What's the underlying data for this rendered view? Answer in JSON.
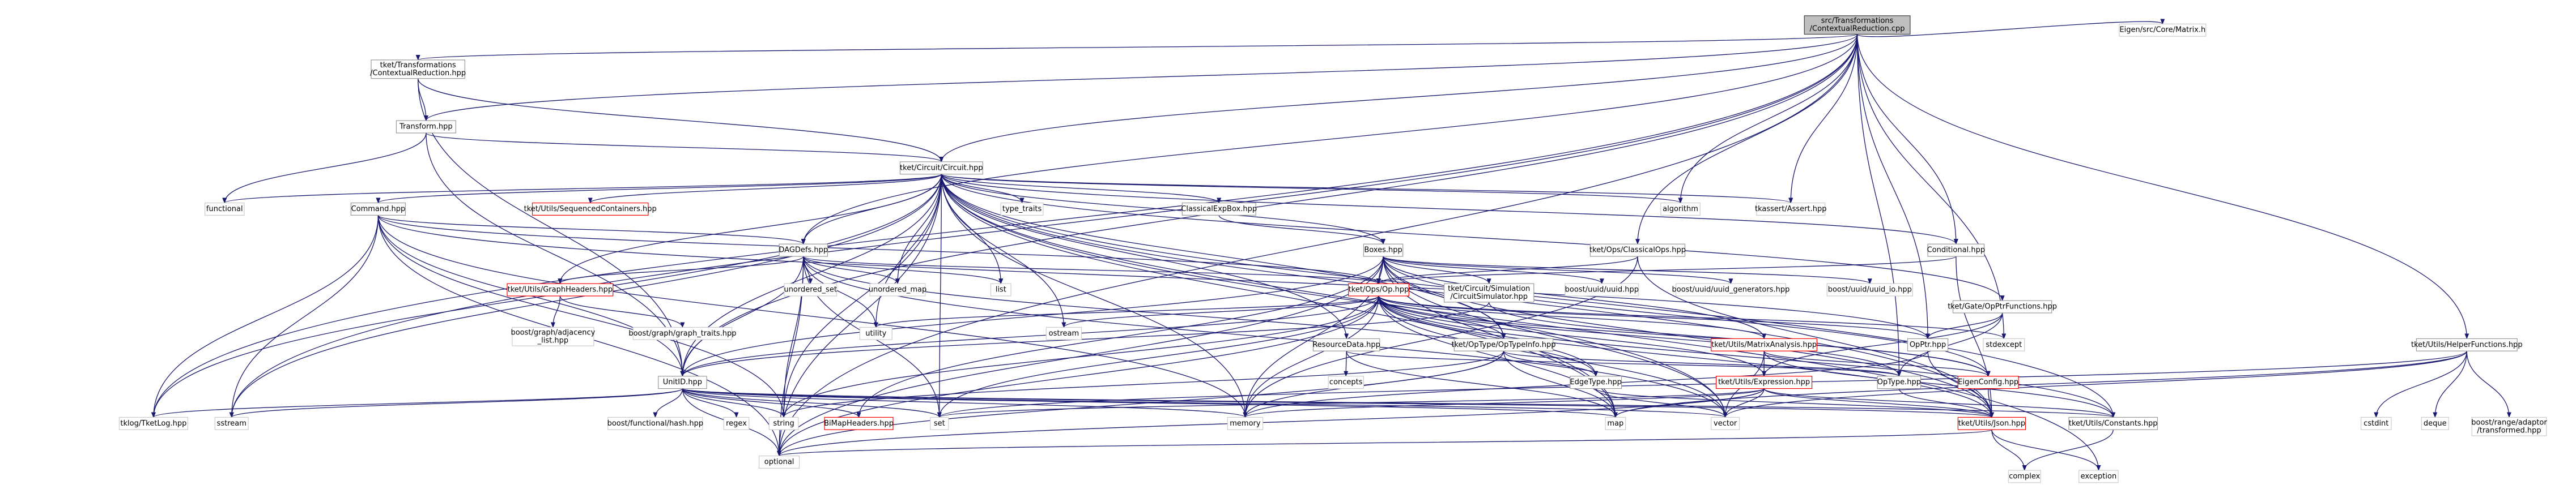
{
  "graph": {
    "nodes": [
      {
        "id": "root",
        "lines": [
          "src/Transformations",
          "/ContextualReduction.cpp"
        ],
        "style": "root"
      },
      {
        "id": "ctxred_hpp",
        "lines": [
          "tket/Transformations",
          "/ContextualReduction.hpp"
        ],
        "style": "normal"
      },
      {
        "id": "eigen_core",
        "lines": [
          "Eigen/src/Core/Matrix.h"
        ],
        "style": "plain"
      },
      {
        "id": "transform_hpp",
        "lines": [
          "Transform.hpp"
        ],
        "style": "normal"
      },
      {
        "id": "circuit_hpp",
        "lines": [
          "tket/Circuit/Circuit.hpp"
        ],
        "style": "normal"
      },
      {
        "id": "functional",
        "lines": [
          "functional"
        ],
        "style": "plain"
      },
      {
        "id": "command_hpp",
        "lines": [
          "Command.hpp"
        ],
        "style": "normal"
      },
      {
        "id": "seqcont",
        "lines": [
          "tket/Utils/SequencedContainers.hpp"
        ],
        "style": "red"
      },
      {
        "id": "type_traits",
        "lines": [
          "type_traits"
        ],
        "style": "plain"
      },
      {
        "id": "classicalexpbox",
        "lines": [
          "ClassicalExpBox.hpp"
        ],
        "style": "normal"
      },
      {
        "id": "algorithm",
        "lines": [
          "algorithm"
        ],
        "style": "plain"
      },
      {
        "id": "tkassert",
        "lines": [
          "tkassert/Assert.hpp"
        ],
        "style": "plain"
      },
      {
        "id": "dagdefs",
        "lines": [
          "DAGDefs.hpp"
        ],
        "style": "normal"
      },
      {
        "id": "boxes",
        "lines": [
          "Boxes.hpp"
        ],
        "style": "normal"
      },
      {
        "id": "classicalops",
        "lines": [
          "tket/Ops/ClassicalOps.hpp"
        ],
        "style": "normal"
      },
      {
        "id": "conditional",
        "lines": [
          "Conditional.hpp"
        ],
        "style": "normal"
      },
      {
        "id": "graphheaders",
        "lines": [
          "tket/Utils/GraphHeaders.hpp"
        ],
        "style": "red"
      },
      {
        "id": "unordered_set",
        "lines": [
          "unordered_set"
        ],
        "style": "plain"
      },
      {
        "id": "unordered_map",
        "lines": [
          "unordered_map"
        ],
        "style": "plain"
      },
      {
        "id": "list",
        "lines": [
          "list"
        ],
        "style": "plain"
      },
      {
        "id": "op_hpp",
        "lines": [
          "tket/Ops/Op.hpp"
        ],
        "style": "red"
      },
      {
        "id": "simulator",
        "lines": [
          "tket/Circuit/Simulation",
          "/CircuitSimulator.hpp"
        ],
        "style": "normal"
      },
      {
        "id": "uuid",
        "lines": [
          "boost/uuid/uuid.hpp"
        ],
        "style": "plain"
      },
      {
        "id": "uuid_gen",
        "lines": [
          "boost/uuid/uuid_generators.hpp"
        ],
        "style": "plain"
      },
      {
        "id": "uuid_io",
        "lines": [
          "boost/uuid/uuid_io.hpp"
        ],
        "style": "plain"
      },
      {
        "id": "opptrfunc",
        "lines": [
          "tket/Gate/OpPtrFunctions.hpp"
        ],
        "style": "normal"
      },
      {
        "id": "adjacency",
        "lines": [
          "boost/graph/adjacency",
          "_list.hpp"
        ],
        "style": "plain"
      },
      {
        "id": "graph_traits",
        "lines": [
          "boost/graph/graph_traits.hpp"
        ],
        "style": "plain"
      },
      {
        "id": "utility",
        "lines": [
          "utility"
        ],
        "style": "plain"
      },
      {
        "id": "ostream",
        "lines": [
          "ostream"
        ],
        "style": "plain"
      },
      {
        "id": "resourcedata",
        "lines": [
          "ResourceData.hpp"
        ],
        "style": "normal"
      },
      {
        "id": "optypeinfo",
        "lines": [
          "tket/OpType/OpTypeInfo.hpp"
        ],
        "style": "normal"
      },
      {
        "id": "matrixanalysis",
        "lines": [
          "tket/Utils/MatrixAnalysis.hpp"
        ],
        "style": "red"
      },
      {
        "id": "opptr",
        "lines": [
          "OpPtr.hpp"
        ],
        "style": "normal"
      },
      {
        "id": "stdexcept",
        "lines": [
          "stdexcept"
        ],
        "style": "plain"
      },
      {
        "id": "helperfunctions",
        "lines": [
          "tket/Utils/HelperFunctions.hpp"
        ],
        "style": "normal"
      },
      {
        "id": "unitid",
        "lines": [
          "UnitID.hpp"
        ],
        "style": "normal"
      },
      {
        "id": "concepts",
        "lines": [
          "concepts"
        ],
        "style": "plain"
      },
      {
        "id": "edgetype",
        "lines": [
          "EdgeType.hpp"
        ],
        "style": "normal"
      },
      {
        "id": "expression",
        "lines": [
          "tket/Utils/Expression.hpp"
        ],
        "style": "red"
      },
      {
        "id": "optype",
        "lines": [
          "OpType.hpp"
        ],
        "style": "normal"
      },
      {
        "id": "eigenconfig",
        "lines": [
          "EigenConfig.hpp"
        ],
        "style": "red"
      },
      {
        "id": "tklog",
        "lines": [
          "tklog/TketLog.hpp"
        ],
        "style": "plain"
      },
      {
        "id": "sstream",
        "lines": [
          "sstream"
        ],
        "style": "plain"
      },
      {
        "id": "functionalhash",
        "lines": [
          "boost/functional/hash.hpp"
        ],
        "style": "plain"
      },
      {
        "id": "regex",
        "lines": [
          "regex"
        ],
        "style": "plain"
      },
      {
        "id": "string",
        "lines": [
          "string"
        ],
        "style": "plain"
      },
      {
        "id": "bitmap",
        "lines": [
          "BiMapHeaders.hpp"
        ],
        "style": "red"
      },
      {
        "id": "set",
        "lines": [
          "set"
        ],
        "style": "plain"
      },
      {
        "id": "memory",
        "lines": [
          "memory"
        ],
        "style": "plain"
      },
      {
        "id": "map",
        "lines": [
          "map"
        ],
        "style": "plain"
      },
      {
        "id": "vector",
        "lines": [
          "vector"
        ],
        "style": "plain"
      },
      {
        "id": "json",
        "lines": [
          "tket/Utils/Json.hpp"
        ],
        "style": "red"
      },
      {
        "id": "constants",
        "lines": [
          "tket/Utils/Constants.hpp"
        ],
        "style": "normal"
      },
      {
        "id": "cstdint",
        "lines": [
          "cstdint"
        ],
        "style": "plain"
      },
      {
        "id": "deque",
        "lines": [
          "deque"
        ],
        "style": "plain"
      },
      {
        "id": "transformed",
        "lines": [
          "boost/range/adaptor",
          "/transformed.hpp"
        ],
        "style": "plain"
      },
      {
        "id": "optional",
        "lines": [
          "optional"
        ],
        "style": "plain"
      },
      {
        "id": "complex",
        "lines": [
          "complex"
        ],
        "style": "plain"
      },
      {
        "id": "exception",
        "lines": [
          "exception"
        ],
        "style": "plain"
      }
    ],
    "edges": [
      [
        "root",
        "ctxred_hpp"
      ],
      [
        "root",
        "transform_hpp"
      ],
      [
        "root",
        "circuit_hpp"
      ],
      [
        "root",
        "eigen_core"
      ],
      [
        "root",
        "helperfunctions"
      ],
      [
        "root",
        "classicalops"
      ],
      [
        "root",
        "algorithm"
      ],
      [
        "root",
        "tkassert"
      ],
      [
        "root",
        "optional"
      ],
      [
        "root",
        "tklog"
      ],
      [
        "root",
        "sstream"
      ],
      [
        "root",
        "unitid"
      ],
      [
        "root",
        "dagdefs"
      ],
      [
        "root",
        "conditional"
      ],
      [
        "root",
        "opptr"
      ],
      [
        "root",
        "stdexcept"
      ],
      [
        "root",
        "optype"
      ],
      [
        "ctxred_hpp",
        "transform_hpp"
      ],
      [
        "ctxred_hpp",
        "circuit_hpp"
      ],
      [
        "ctxred_hpp",
        "unitid"
      ],
      [
        "transform_hpp",
        "circuit_hpp"
      ],
      [
        "transform_hpp",
        "functional"
      ],
      [
        "transform_hpp",
        "unitid"
      ],
      [
        "circuit_hpp",
        "functional"
      ],
      [
        "circuit_hpp",
        "command_hpp"
      ],
      [
        "circuit_hpp",
        "seqcont"
      ],
      [
        "circuit_hpp",
        "type_traits"
      ],
      [
        "circuit_hpp",
        "classicalexpbox"
      ],
      [
        "circuit_hpp",
        "algorithm"
      ],
      [
        "circuit_hpp",
        "tkassert"
      ],
      [
        "circuit_hpp",
        "dagdefs"
      ],
      [
        "circuit_hpp",
        "boxes"
      ],
      [
        "circuit_hpp",
        "conditional"
      ],
      [
        "circuit_hpp",
        "list"
      ],
      [
        "circuit_hpp",
        "unordered_map"
      ],
      [
        "circuit_hpp",
        "graphheaders"
      ],
      [
        "circuit_hpp",
        "utility"
      ],
      [
        "circuit_hpp",
        "ostream"
      ],
      [
        "circuit_hpp",
        "resourcedata"
      ],
      [
        "circuit_hpp",
        "optypeinfo"
      ],
      [
        "circuit_hpp",
        "opptrfunc"
      ],
      [
        "circuit_hpp",
        "optional"
      ],
      [
        "circuit_hpp",
        "tklog"
      ],
      [
        "circuit_hpp",
        "sstream"
      ],
      [
        "circuit_hpp",
        "memory"
      ],
      [
        "circuit_hpp",
        "unitid"
      ],
      [
        "circuit_hpp",
        "json"
      ],
      [
        "circuit_hpp",
        "constants"
      ],
      [
        "circuit_hpp",
        "exception"
      ],
      [
        "circuit_hpp",
        "map"
      ],
      [
        "circuit_hpp",
        "vector"
      ],
      [
        "circuit_hpp",
        "string"
      ],
      [
        "circuit_hpp",
        "set"
      ],
      [
        "command_hpp",
        "unitid"
      ],
      [
        "command_hpp",
        "tklog"
      ],
      [
        "command_hpp",
        "sstream"
      ],
      [
        "command_hpp",
        "optional"
      ],
      [
        "command_hpp",
        "memory"
      ],
      [
        "command_hpp",
        "string"
      ],
      [
        "command_hpp",
        "op_hpp"
      ],
      [
        "command_hpp",
        "opptr"
      ],
      [
        "command_hpp",
        "dagdefs"
      ],
      [
        "classicalexpbox",
        "boxes"
      ],
      [
        "dagdefs",
        "graphheaders"
      ],
      [
        "dagdefs",
        "unordered_set"
      ],
      [
        "dagdefs",
        "unordered_map"
      ],
      [
        "dagdefs",
        "list"
      ],
      [
        "dagdefs",
        "op_hpp"
      ],
      [
        "dagdefs",
        "edgetype"
      ],
      [
        "dagdefs",
        "utility"
      ],
      [
        "dagdefs",
        "unitid"
      ],
      [
        "dagdefs",
        "optional"
      ],
      [
        "dagdefs",
        "string"
      ],
      [
        "dagdefs",
        "vector"
      ],
      [
        "dagdefs",
        "set"
      ],
      [
        "boxes",
        "op_hpp"
      ],
      [
        "boxes",
        "simulator"
      ],
      [
        "boxes",
        "uuid"
      ],
      [
        "boxes",
        "uuid_gen"
      ],
      [
        "boxes",
        "uuid_io"
      ],
      [
        "boxes",
        "matrixanalysis"
      ],
      [
        "boxes",
        "optypeinfo"
      ],
      [
        "boxes",
        "unitid"
      ],
      [
        "boxes",
        "json"
      ],
      [
        "boxes",
        "memory"
      ],
      [
        "boxes",
        "map"
      ],
      [
        "boxes",
        "vector"
      ],
      [
        "boxes",
        "optional"
      ],
      [
        "boxes",
        "bitmap"
      ],
      [
        "boxes",
        "eigenconfig"
      ],
      [
        "classicalops",
        "op_hpp"
      ],
      [
        "classicalops",
        "json"
      ],
      [
        "classicalops",
        "memory"
      ],
      [
        "conditional",
        "op_hpp"
      ],
      [
        "conditional",
        "json"
      ],
      [
        "graphheaders",
        "adjacency"
      ],
      [
        "graphheaders",
        "graph_traits"
      ],
      [
        "op_hpp",
        "optypeinfo"
      ],
      [
        "op_hpp",
        "unitid"
      ],
      [
        "op_hpp",
        "expression"
      ],
      [
        "op_hpp",
        "json"
      ],
      [
        "op_hpp",
        "utility"
      ],
      [
        "op_hpp",
        "ostream"
      ],
      [
        "op_hpp",
        "stdexcept"
      ],
      [
        "op_hpp",
        "memory"
      ],
      [
        "op_hpp",
        "map"
      ],
      [
        "op_hpp",
        "vector"
      ],
      [
        "op_hpp",
        "optional"
      ],
      [
        "op_hpp",
        "string"
      ],
      [
        "op_hpp",
        "constants"
      ],
      [
        "op_hpp",
        "opptr"
      ],
      [
        "op_hpp",
        "eigenconfig"
      ],
      [
        "op_hpp",
        "matrixanalysis"
      ],
      [
        "op_hpp",
        "edgetype"
      ],
      [
        "op_hpp",
        "optype"
      ],
      [
        "op_hpp",
        "set"
      ],
      [
        "simulator",
        "unitid"
      ],
      [
        "simulator",
        "eigenconfig"
      ],
      [
        "opptrfunc",
        "opptr"
      ],
      [
        "opptrfunc",
        "optype"
      ],
      [
        "opptrfunc",
        "expression"
      ],
      [
        "resourcedata",
        "concepts"
      ],
      [
        "resourcedata",
        "map"
      ],
      [
        "resourcedata",
        "optype"
      ],
      [
        "optypeinfo",
        "optype"
      ],
      [
        "optypeinfo",
        "edgetype"
      ],
      [
        "optypeinfo",
        "map"
      ],
      [
        "optypeinfo",
        "optional"
      ],
      [
        "optypeinfo",
        "string"
      ],
      [
        "optypeinfo",
        "memory"
      ],
      [
        "matrixanalysis",
        "eigenconfig"
      ],
      [
        "matrixanalysis",
        "constants"
      ],
      [
        "matrixanalysis",
        "vector"
      ],
      [
        "matrixanalysis",
        "expression"
      ],
      [
        "opptr",
        "memory"
      ],
      [
        "opptr",
        "json"
      ],
      [
        "helperfunctions",
        "cstdint"
      ],
      [
        "helperfunctions",
        "deque"
      ],
      [
        "helperfunctions",
        "transformed"
      ],
      [
        "helperfunctions",
        "map"
      ],
      [
        "helperfunctions",
        "set"
      ],
      [
        "helperfunctions",
        "vector"
      ],
      [
        "unitid",
        "functionalhash"
      ],
      [
        "unitid",
        "regex"
      ],
      [
        "unitid",
        "string"
      ],
      [
        "unitid",
        "bitmap"
      ],
      [
        "unitid",
        "set"
      ],
      [
        "unitid",
        "memory"
      ],
      [
        "unitid",
        "map"
      ],
      [
        "unitid",
        "vector"
      ],
      [
        "unitid",
        "json"
      ],
      [
        "unitid",
        "optional"
      ],
      [
        "unitid",
        "tklog"
      ],
      [
        "unitid",
        "sstream"
      ],
      [
        "unitid",
        "constants"
      ],
      [
        "edgetype",
        "json"
      ],
      [
        "edgetype",
        "vector"
      ],
      [
        "expression",
        "json"
      ],
      [
        "expression",
        "constants"
      ],
      [
        "expression",
        "set"
      ],
      [
        "expression",
        "map"
      ],
      [
        "expression",
        "vector"
      ],
      [
        "expression",
        "optional"
      ],
      [
        "expression",
        "memory"
      ],
      [
        "optype",
        "json"
      ],
      [
        "eigenconfig",
        "json"
      ],
      [
        "json",
        "optional"
      ],
      [
        "json",
        "complex"
      ],
      [
        "json",
        "exception"
      ],
      [
        "constants",
        "complex"
      ]
    ]
  }
}
